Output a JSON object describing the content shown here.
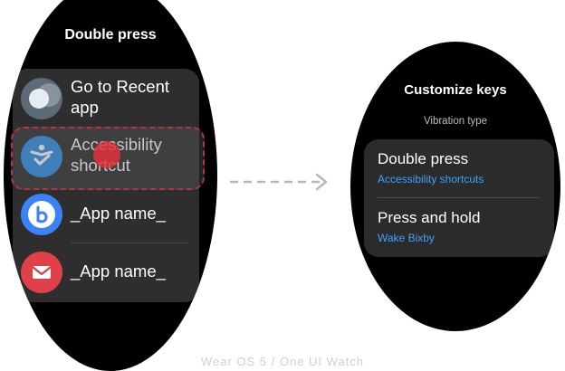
{
  "left_watch": {
    "title": "Double press",
    "items": [
      {
        "label": "Go to Recent app",
        "icon": "recent-apps-icon"
      },
      {
        "label": "Accessibility shortcut",
        "icon": "accessibility-icon"
      },
      {
        "label": "_App name_",
        "icon": "bixby-icon"
      },
      {
        "label": "_App name_",
        "icon": "email-icon"
      }
    ],
    "highlight_color": "#b8333f"
  },
  "right_watch": {
    "title": "Customize keys",
    "subtitle": "Vibration type",
    "settings": [
      {
        "title": "Double press",
        "value": "Accessibility shortcuts"
      },
      {
        "title": "Press and hold",
        "value": "Wake Bixby"
      }
    ],
    "accent": "#3fa1ff"
  },
  "footer": {
    "caption": "Wear OS 5 / One UI Watch"
  }
}
